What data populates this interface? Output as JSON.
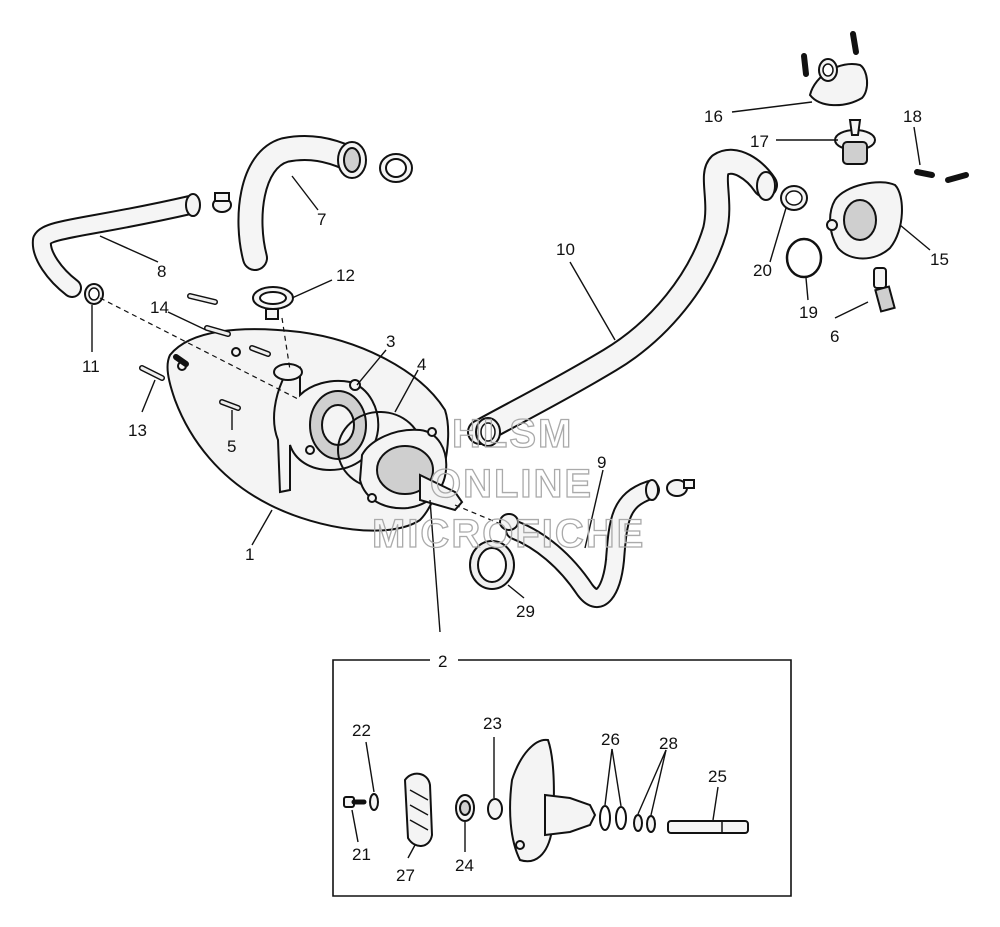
{
  "callouts": {
    "c1": "1",
    "c2": "2",
    "c3": "3",
    "c4": "4",
    "c5": "5",
    "c6": "6",
    "c7": "7",
    "c8": "8",
    "c9": "9",
    "c10": "10",
    "c11": "11",
    "c12": "12",
    "c13": "13",
    "c14": "14",
    "c15": "15",
    "c16": "16",
    "c17": "17",
    "c18": "18",
    "c19": "19",
    "c20": "20",
    "c21": "21",
    "c22": "22",
    "c23": "23",
    "c24": "24",
    "c25": "25",
    "c26": "26",
    "c27": "27",
    "c28": "28",
    "c29": "29",
    "c2box": "2"
  },
  "watermark": {
    "line1": "HLSM",
    "line2": "ONLINE",
    "line3": "MICROFICHE"
  }
}
